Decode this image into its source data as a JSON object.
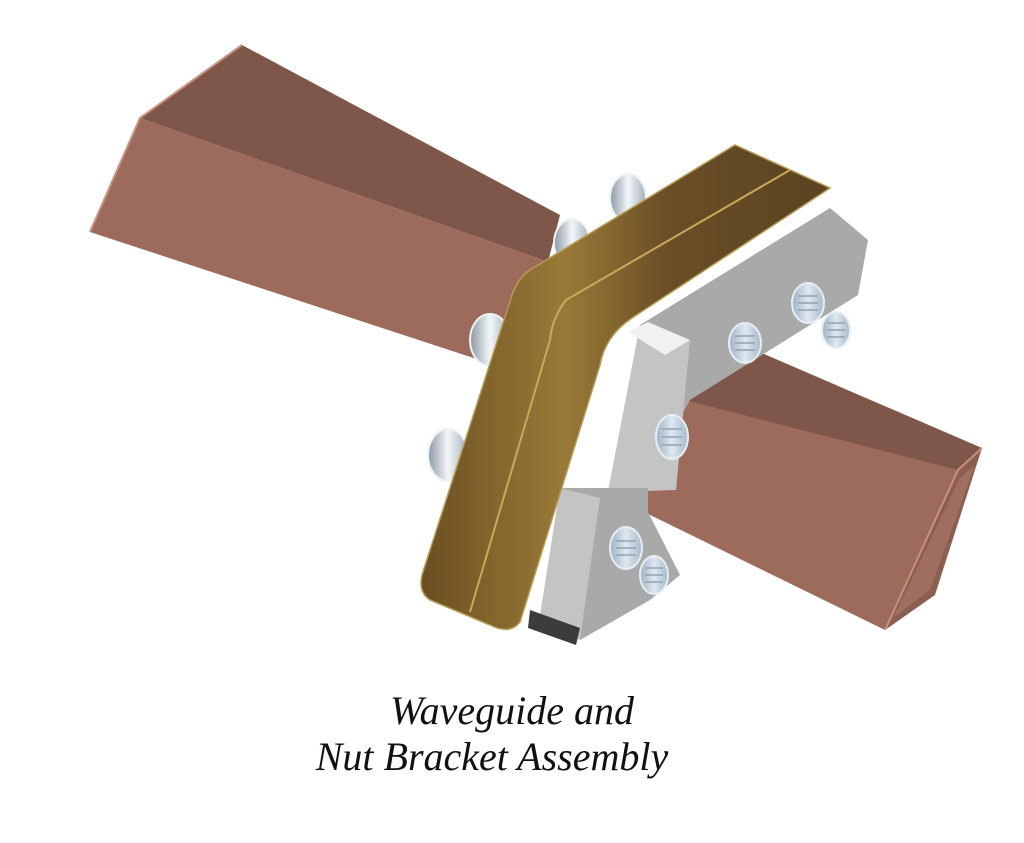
{
  "figure": {
    "caption_line1": "Waveguide  and",
    "caption_line2": "Nut Bracket Assembly",
    "parts": [
      {
        "name": "waveguide",
        "description": "rectangular hollow copper waveguide"
      },
      {
        "name": "flange",
        "description": "bronze flange plate"
      },
      {
        "name": "nut-bracket",
        "description": "grey split nut bracket"
      },
      {
        "name": "bolt-heads",
        "count": 4
      },
      {
        "name": "threaded-nuts",
        "count": 6
      }
    ],
    "colors": {
      "waveguide_top": "#7e574a",
      "waveguide_side": "#9d6b5c",
      "waveguide_edge": "#c98f7e",
      "flange_dark": "#5e4524",
      "flange_light": "#8a6a2e",
      "bracket_face": "#a9a9a9",
      "bracket_side": "#c4c4c4",
      "bracket_top": "#f1f1f1",
      "bolt": "#c8d4dc",
      "nut": "#b8c8d8"
    }
  }
}
